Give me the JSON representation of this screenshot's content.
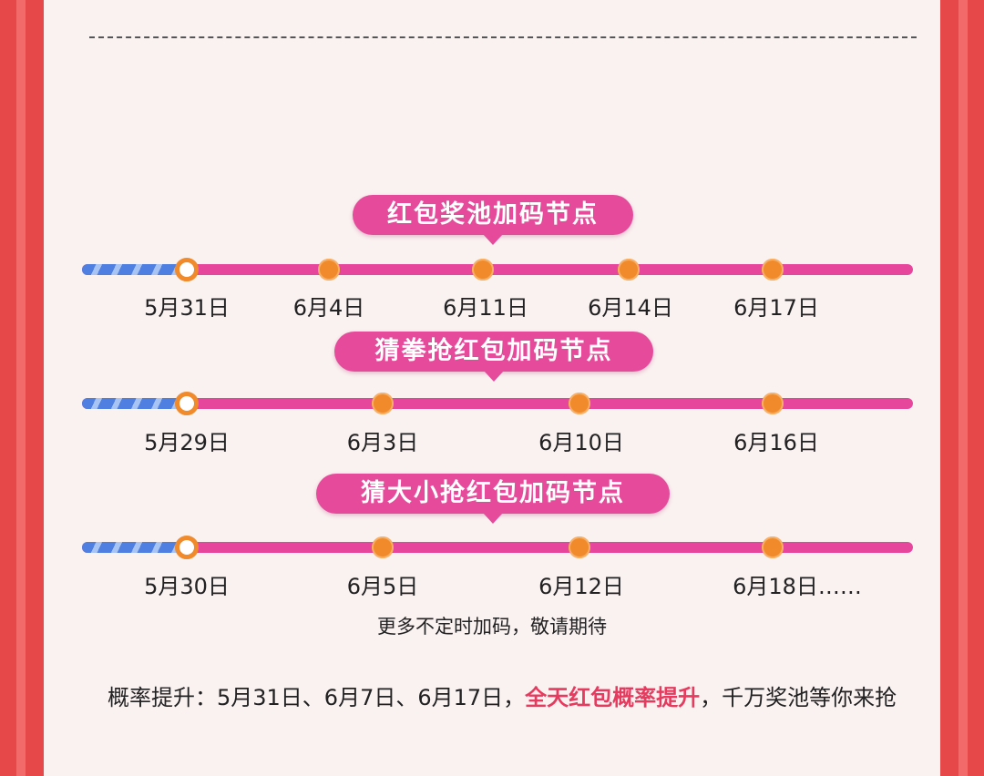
{
  "sections": [
    {
      "title": "红包奖池加码节点",
      "dates": [
        "5月31日",
        "6月4日",
        "6月11日",
        "6月14日",
        "6月17日"
      ]
    },
    {
      "title": "猜拳抢红包加码节点",
      "dates": [
        "5月29日",
        "6月3日",
        "6月10日",
        "6月16日"
      ]
    },
    {
      "title": "猜大小抢红包加码节点",
      "dates": [
        "5月30日",
        "6月5日",
        "6月12日",
        "6月18日……"
      ]
    }
  ],
  "note": "更多不定时加码，敬请期待",
  "probability": {
    "prefix": "概率提升：5月31日、6月7日、6月17日，",
    "highlight": "全天红包概率提升",
    "suffix": "，千万奖池等你来抢"
  },
  "colors": {
    "page_frame": "#e74a4a",
    "panel": "#faf1f1",
    "pill": "#e64a9a",
    "track": "#e6479c",
    "track_done": "#4f7fe0",
    "node": "#f08a2a",
    "highlight_text": "#e63b5e"
  }
}
